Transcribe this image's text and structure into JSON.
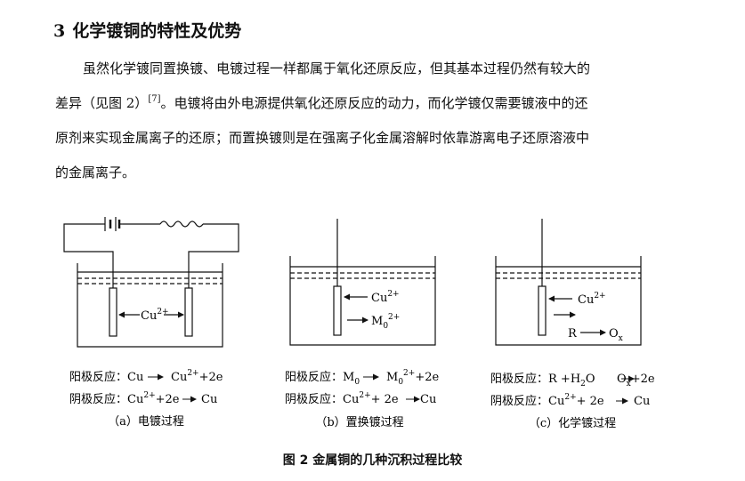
{
  "section": {
    "number": "3",
    "title": "化学镀铜的特性及优势"
  },
  "paragraph": {
    "line1": "虽然化学镀同置换镀、电镀过程一样都属于氧化还原反应，但其基本过程仍然有较大的",
    "line2_a": "差异（见图 2）",
    "line2_ref": "[7]",
    "line2_b": "。电镀将由外电源提供氧化还原反应的动力，而化学镀仅需要镀液中的还",
    "line3": "原剂来实现金属离子的还原；而置换镀则是在强离子化金属溶解时依靠游离电子还原溶液中",
    "line4": "的金属离子。"
  },
  "figure": {
    "caption": "图 2 金属铜的几种沉积过程比较",
    "panels": [
      {
        "ion_label": "Cu",
        "ion_charge": "2+",
        "anode_label": "阳极反应：",
        "anode_lhs": "Cu",
        "anode_mid": "Cu",
        "anode_sup": "2+",
        "anode_tail": "+2e",
        "cathode_label": "阴极反应：",
        "cathode_lhs": "Cu",
        "cathode_sup": "2+",
        "cathode_tail": "+2e",
        "cathode_rhs": "Cu",
        "sub_caption": "（a）电镀过程"
      },
      {
        "ion_top": "Cu",
        "ion_top_charge": "2+",
        "ion_bottom": "M",
        "ion_bottom_sub": "0",
        "ion_bottom_charge": "2+",
        "anode_label": "阳极反应：",
        "anode_lhs": "M",
        "anode_lhs_sub": "0",
        "anode_mid": "M",
        "anode_mid_sub": "0",
        "anode_sup": "2+",
        "anode_tail": "+2e",
        "cathode_label": "阴极反应：",
        "cathode_lhs": "Cu",
        "cathode_sup": "2+",
        "cathode_tail": "+ 2e",
        "cathode_rhs": "Cu",
        "sub_caption": "（b）置换镀过程"
      },
      {
        "ion_top": "Cu",
        "ion_top_charge": "2+",
        "reductant": "R",
        "oxidized": "O",
        "oxidized_sub": "x",
        "anode_label": "阳极反应：",
        "anode_lhs": "R +H",
        "anode_lhs_sub": "2",
        "anode_lhs_tail": "O",
        "anode_rhs": "O",
        "anode_rhs_sub": "x",
        "anode_tail": "+2e",
        "cathode_label": "阴极反应：",
        "cathode_lhs": "Cu",
        "cathode_sup": "2+",
        "cathode_tail": "+ 2e",
        "cathode_rhs": "Cu",
        "sub_caption": "（c）化学镀过程"
      }
    ]
  }
}
